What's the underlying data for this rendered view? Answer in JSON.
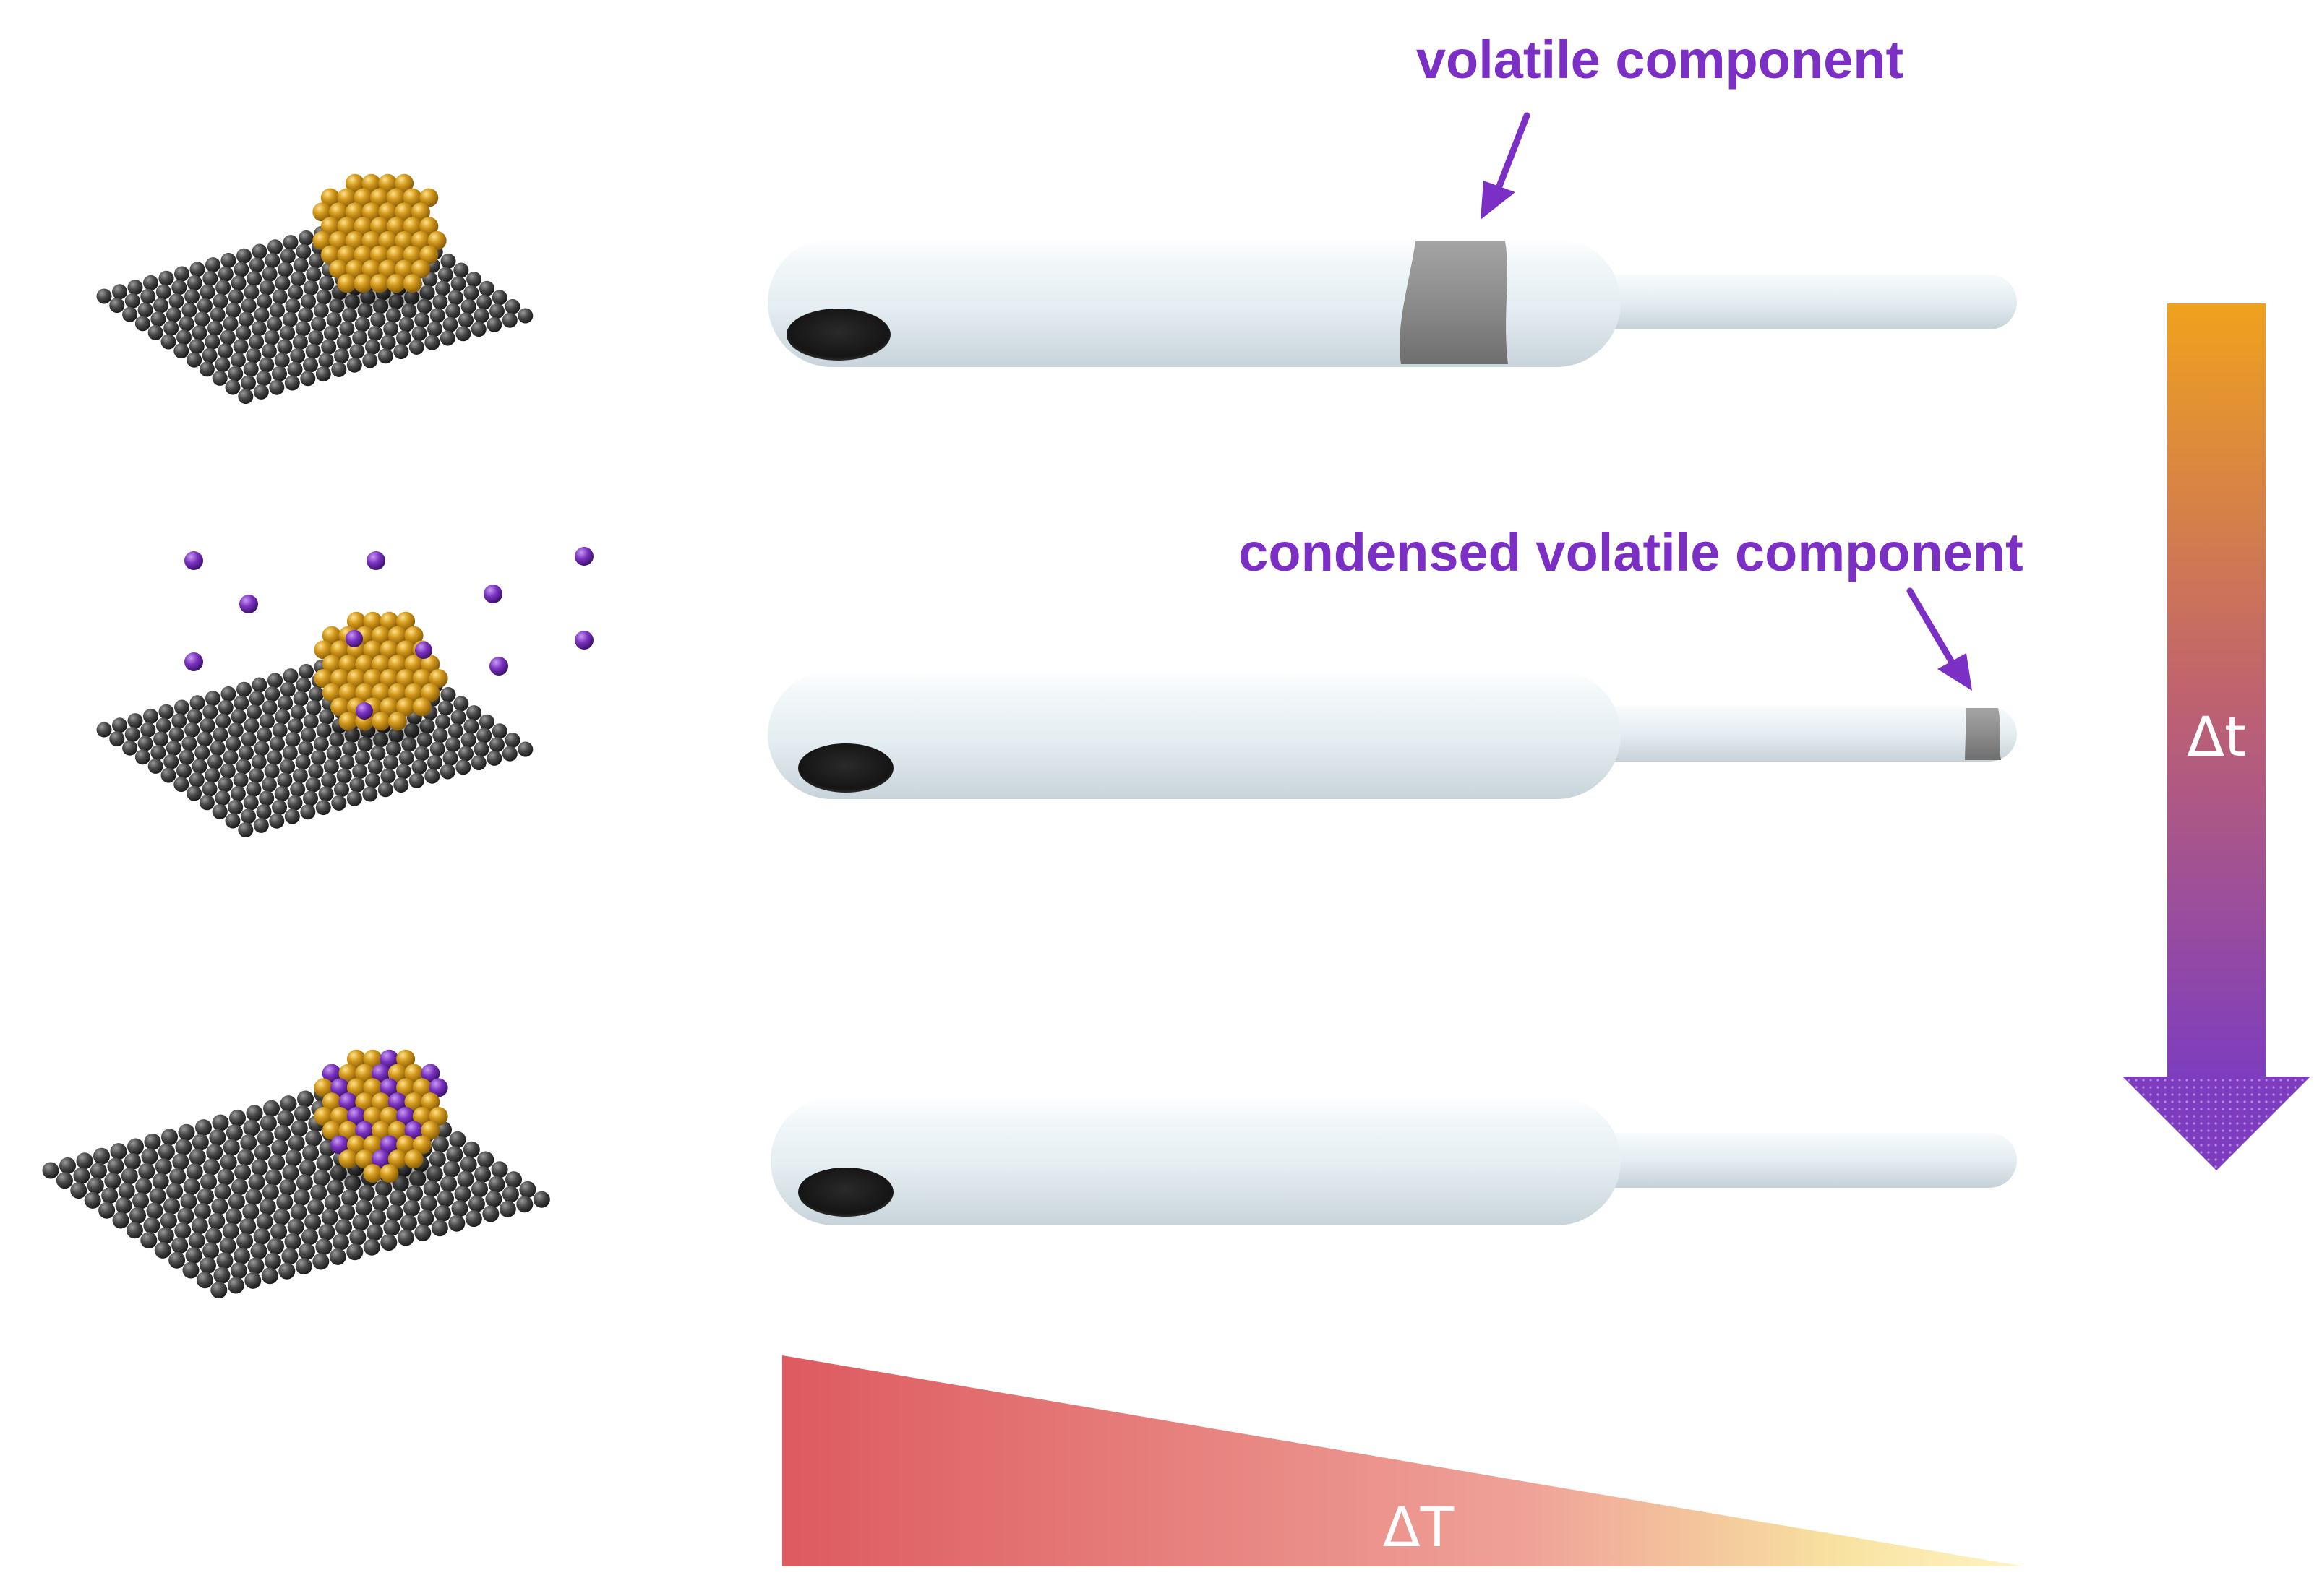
{
  "labels": {
    "volatile": "volatile component",
    "condensed": "condensed volatile component"
  },
  "axes": {
    "time": "Δt",
    "temperature": "ΔT"
  },
  "colors": {
    "label": "#7B2FC4",
    "gold": "#D49A1C",
    "purple": "#7B32C0",
    "substrate": "#3A3A3A",
    "tube": "#E6EEF2",
    "deposit": "#8C8C8C",
    "hot": "#DD5A60",
    "warm": "#F6E3A0",
    "time_start": "#EFA21D",
    "time_end": "#7E3DBE"
  },
  "icons": [
    "substrate-lattice",
    "nanoparticle-cluster",
    "vapor-atom",
    "quartz-tube",
    "sample-powder",
    "arrow"
  ]
}
